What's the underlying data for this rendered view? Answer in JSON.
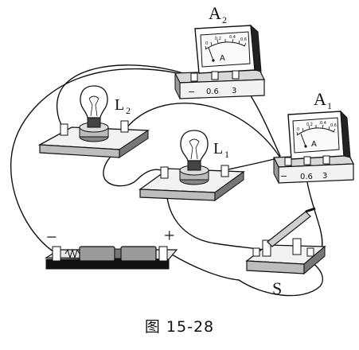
{
  "figure": {
    "caption": "图 15-28"
  },
  "labels": {
    "ammeter_a2": {
      "letter": "A",
      "sub": "2"
    },
    "ammeter_a1": {
      "letter": "A",
      "sub": "1"
    },
    "lamp_l2": {
      "letter": "L",
      "sub": "2"
    },
    "lamp_l1": {
      "letter": "L",
      "sub": "1"
    },
    "switch": "S",
    "battery_neg": "−",
    "battery_pos": "+"
  },
  "ammeter_a2": {
    "dial_unit": "A",
    "scale": [
      "0",
      "0.2",
      "0.4",
      "0.6"
    ],
    "terminals": [
      "−",
      "0.6",
      "3"
    ]
  },
  "ammeter_a1": {
    "dial_unit": "A",
    "scale": [
      "0",
      "0.2",
      "0.4",
      "0.6"
    ],
    "terminals": [
      "−",
      "0.6",
      "3"
    ]
  }
}
